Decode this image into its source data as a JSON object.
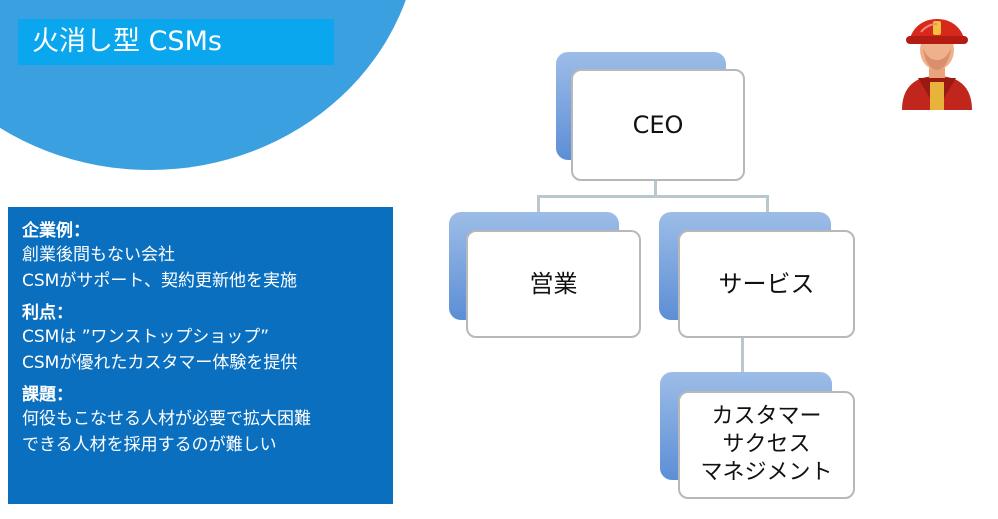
{
  "title": "火消し型 CSMs",
  "panel": {
    "sections": [
      {
        "heading": "企業例：",
        "lines": [
          "創業後間もない会社",
          "CSMがサポート、契約更新他を実施"
        ]
      },
      {
        "heading": "利点：",
        "lines": [
          "CSMは ”ワンストップショップ”",
          "CSMが優れたカスタマー体験を提供"
        ]
      },
      {
        "heading": "課題：",
        "lines": [
          "何役もこなせる人材が必要で拡大困難",
          "できる人材を採用するのが難しい"
        ]
      }
    ]
  },
  "org_chart": {
    "root": "CEO",
    "children": [
      "営業",
      "サービス"
    ],
    "grandchild": "カスタマー サクセス マネジメント",
    "grandchild_lines": [
      "カスタマー",
      "サクセス",
      "マネジメント"
    ]
  },
  "colors": {
    "circle": "#3aa0e0",
    "title_bg": "#0aa6ee",
    "panel_bg": "#0a6fbf",
    "node_shadow": "#5c8ed6",
    "node_border": "#b8b8b8"
  },
  "icons": {
    "avatar": "firefighter-icon"
  }
}
